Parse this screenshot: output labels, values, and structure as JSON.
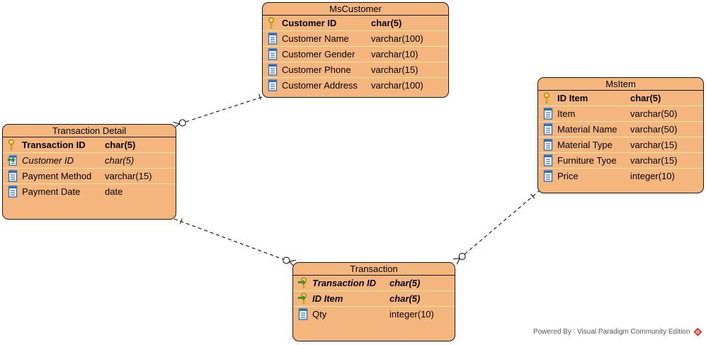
{
  "colors": {
    "entity_fill": "#f4b67c",
    "entity_border": "#1a1a1a",
    "row_separator": "#fbe9a6",
    "key_icon": "#e8c12a",
    "column_icon": "#2d6fc4",
    "fk_arrow": "#2e9e3e",
    "logo": "#d9352b"
  },
  "entities": [
    {
      "name": "MsCustomer",
      "columns": [
        {
          "name": "Customer ID",
          "type": "char(5)",
          "key": "pk",
          "icon": "primary-key-icon"
        },
        {
          "name": "Customer Name",
          "type": "varchar(100)",
          "key": "",
          "icon": "column-icon"
        },
        {
          "name": "Customer Gender",
          "type": "varchar(10)",
          "key": "",
          "icon": "column-icon"
        },
        {
          "name": "Customer Phone",
          "type": "varchar(15)",
          "key": "",
          "icon": "column-icon"
        },
        {
          "name": "Customer Address",
          "type": "varchar(100)",
          "key": "",
          "icon": "column-icon"
        }
      ]
    },
    {
      "name": "MsItem",
      "columns": [
        {
          "name": "ID Item",
          "type": "char(5)",
          "key": "pk",
          "icon": "primary-key-icon"
        },
        {
          "name": "Item",
          "type": "varchar(50)",
          "key": "",
          "icon": "column-icon"
        },
        {
          "name": "Material Name",
          "type": "varchar(50)",
          "key": "",
          "icon": "column-icon"
        },
        {
          "name": "Material Type",
          "type": "varchar(15)",
          "key": "",
          "icon": "column-icon"
        },
        {
          "name": "Furniture Tyoe",
          "type": "varchar(15)",
          "key": "",
          "icon": "column-icon"
        },
        {
          "name": "Price",
          "type": "integer(10)",
          "key": "",
          "icon": "column-icon"
        }
      ]
    },
    {
      "name": "Transaction Detail",
      "columns": [
        {
          "name": "Transaction ID",
          "type": "char(5)",
          "key": "pk",
          "icon": "primary-key-icon"
        },
        {
          "name": "Customer ID",
          "type": "char(5)",
          "key": "fk",
          "icon": "foreign-key-icon"
        },
        {
          "name": "Payment Method",
          "type": "varchar(15)",
          "key": "",
          "icon": "column-icon"
        },
        {
          "name": "Payment Date",
          "type": "date",
          "key": "",
          "icon": "column-icon"
        }
      ]
    },
    {
      "name": "Transaction",
      "columns": [
        {
          "name": "Transaction ID",
          "type": "char(5)",
          "key": "pkfk",
          "icon": "primary-foreign-key-icon"
        },
        {
          "name": "ID Item",
          "type": "char(5)",
          "key": "pkfk",
          "icon": "primary-foreign-key-icon"
        },
        {
          "name": "Qty",
          "type": "integer(10)",
          "key": "",
          "icon": "column-icon"
        }
      ]
    }
  ],
  "relationships": [
    {
      "from": "MsCustomer",
      "to": "Transaction Detail",
      "from_end": "one",
      "to_end": "zero-or-many",
      "style": "dashed"
    },
    {
      "from": "Transaction Detail",
      "to": "Transaction",
      "from_end": "one",
      "to_end": "zero-or-many",
      "style": "dashed"
    },
    {
      "from": "MsItem",
      "to": "Transaction",
      "from_end": "one",
      "to_end": "zero-or-many",
      "style": "dashed"
    }
  ],
  "footer": {
    "powered_by": "Powered By",
    "separator": "|",
    "product": "Visual Paradigm Community Edition",
    "logo_icon": "visual-paradigm-logo-icon"
  }
}
